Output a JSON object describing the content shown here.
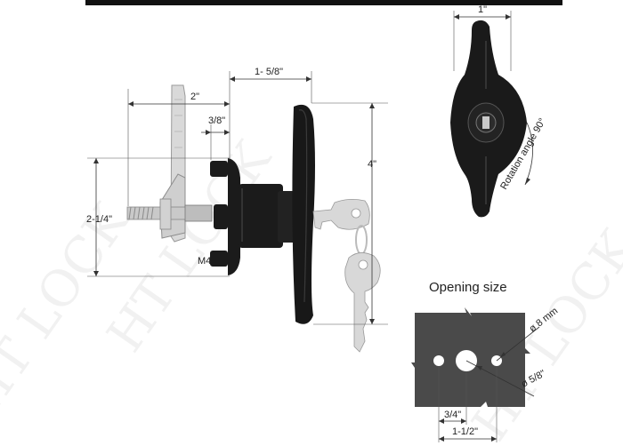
{
  "colors": {
    "body": "#1b1b1b",
    "bracket": "#d7d7d7",
    "key": "#d8d8d8",
    "plate": "#4a4a4a",
    "dimension": "#333333",
    "top_bar": "#111111"
  },
  "dimensions": {
    "handle_width": "1\"",
    "body_depth": "1- 5/8\"",
    "bracket_length": "2\"",
    "thread_offset": "3/8\"",
    "handle_height": "4\"",
    "flange_height": "2-1/4\"",
    "thread_size": "M4",
    "rotation": "Rotation angle 90°"
  },
  "opening": {
    "title": "Opening size",
    "small_hole": "ø 8 mm",
    "large_hole": "ø  5/8\"",
    "hole_spacing": "3/4\"",
    "outer_spacing": "1-1/2\""
  },
  "watermark": {
    "text": "HT LOCK"
  }
}
